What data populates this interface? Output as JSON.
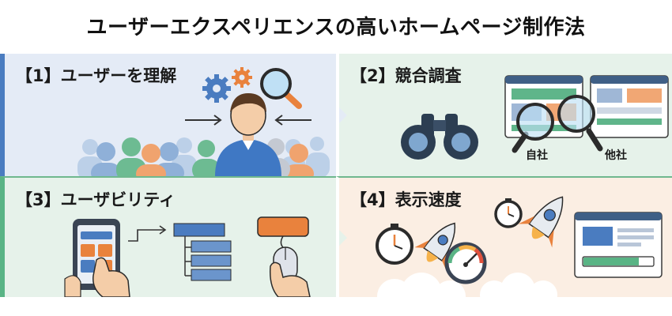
{
  "title": "ユーザーエクスペリエンスの高いホームページ制作法",
  "panels": [
    {
      "heading": "【1】ユーザーを理解"
    },
    {
      "heading": "【2】競合調査",
      "labels": {
        "own": "自社",
        "competitor": "他社"
      }
    },
    {
      "heading": "【3】ユーザビリティ"
    },
    {
      "heading": "【4】表示速度"
    }
  ],
  "icons": {
    "panel1": [
      "gear-icon",
      "magnifier-icon",
      "person-icon",
      "crowd-icon",
      "arrow-icon"
    ],
    "panel2": [
      "binoculars-icon",
      "browser-window-icon",
      "magnifier-icon"
    ],
    "panel3": [
      "smartphone-icon",
      "hand-icon",
      "flowchart-icon",
      "button-icon",
      "mouse-icon"
    ],
    "panel4": [
      "stopwatch-icon",
      "rocket-icon",
      "speedometer-icon",
      "browser-window-icon",
      "progress-bar-icon"
    ]
  },
  "colors": {
    "blue_panel": "#e4ebf6",
    "green_panel": "#e6f2ea",
    "peach_panel": "#fbeee3",
    "accent_blue": "#4a7cc0",
    "accent_green": "#59b485",
    "accent_orange": "#e9823d"
  }
}
